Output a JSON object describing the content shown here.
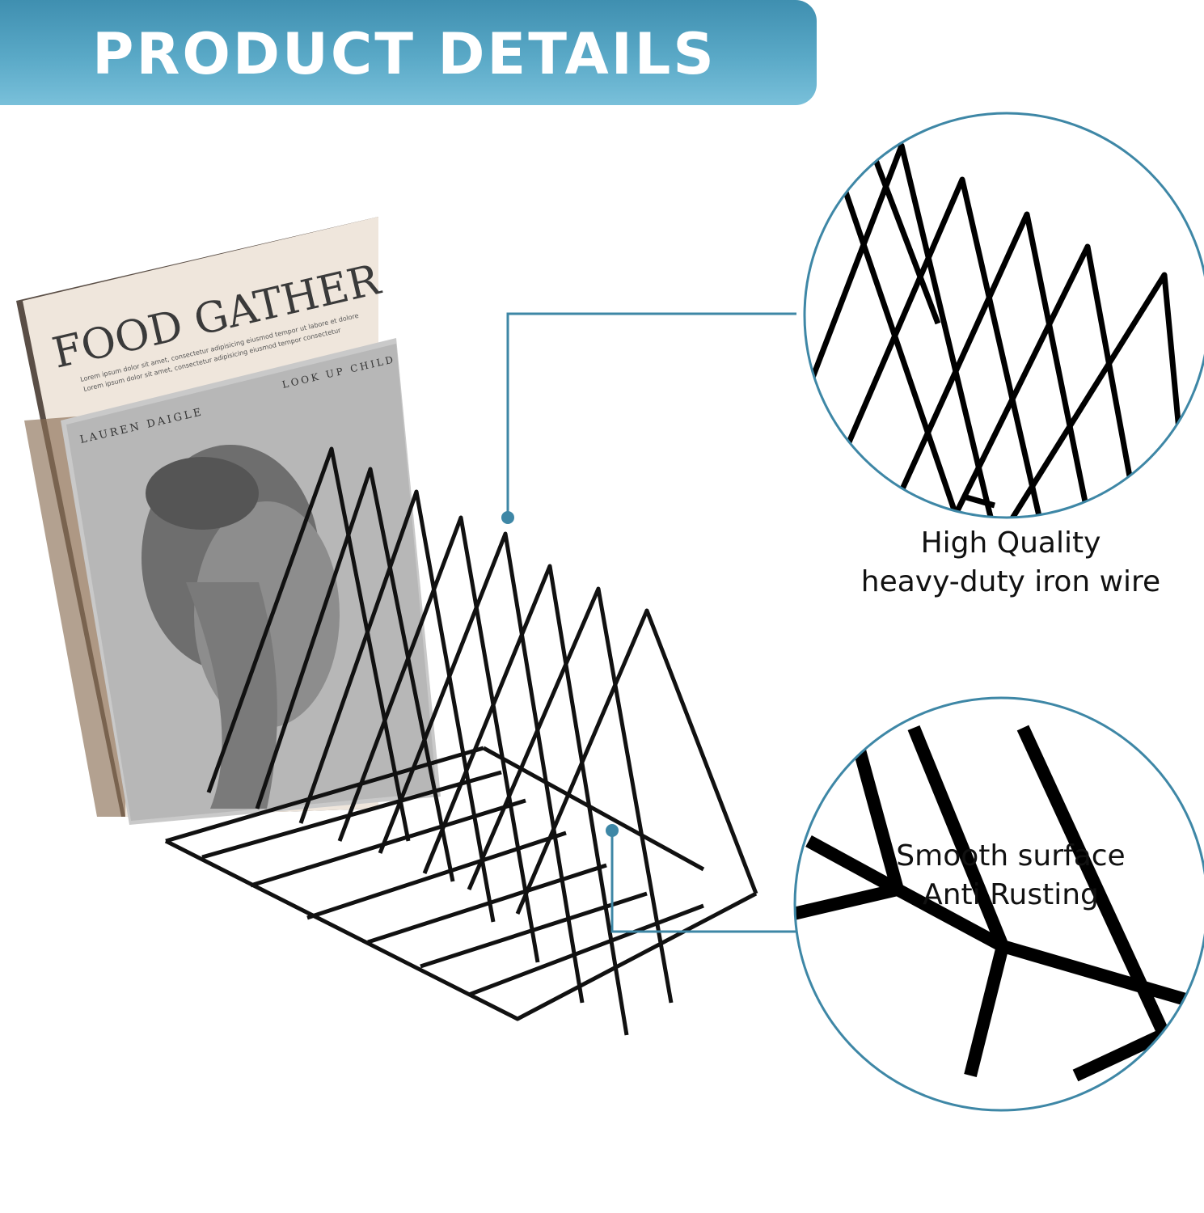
{
  "banner": {
    "title": "PRODUCT DETAILS"
  },
  "magazine": {
    "title": "FOOD GATHER",
    "subtitle_line1": "Lorem ipsum dolor sit amet, consectetur adipisicing eiusmod tempor ut labore et dolore",
    "subtitle_line2": "Lorem ipsum dolor sit amet, consectetur adipisicing eiusmod tempor consectetur"
  },
  "album": {
    "artist": "LAUREN DAIGLE",
    "title": "LOOK UP CHILD"
  },
  "features": [
    {
      "line1": "High Quality",
      "line2": "heavy-duty iron wire"
    },
    {
      "line1": "Smooth surface",
      "line2": "Anti Rusting"
    }
  ],
  "colors": {
    "accent": "#3e87a6",
    "wire": "#111111"
  }
}
